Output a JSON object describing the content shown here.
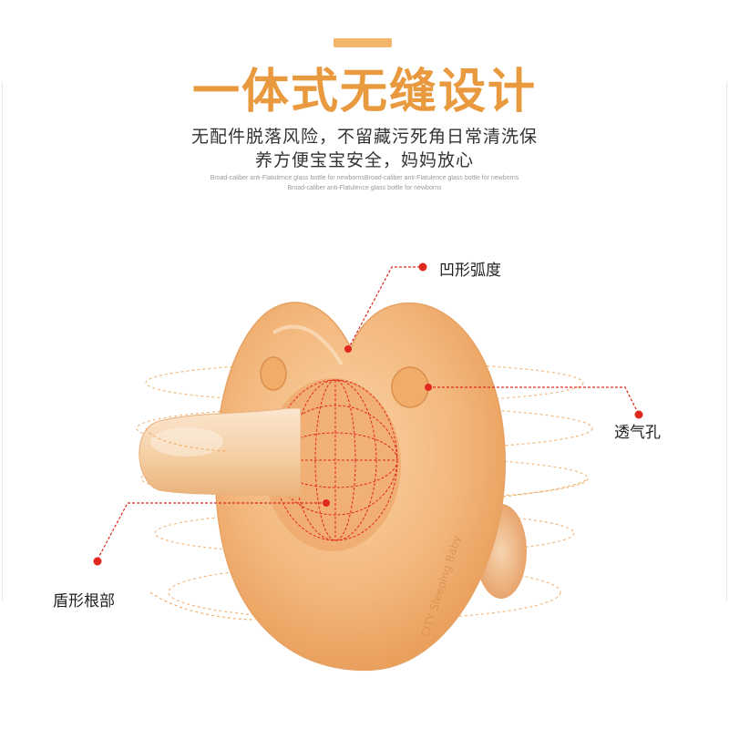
{
  "header": {
    "title": "一体式无缝设计",
    "subtitle_line1": "无配件脱落风险，不留藏污死角日常清洗保",
    "subtitle_line2": "养方便宝宝安全，妈妈放心",
    "english_line1": "Broad-caliber anti-Flatulence glass bottle for newbornsBroad-caliber anti-Flatulence glass bottle for newborns",
    "english_line2": "Broad-caliber anti-Flatulence glass bottle for newborns"
  },
  "callouts": {
    "concave": "凹形弧度",
    "vent": "透气孔",
    "shield": "盾形根部"
  },
  "product_engraving": "CITY Sleeping Baby",
  "colors": {
    "accent": "#e99a3f",
    "bar": "#f2b56a",
    "silicone": "#f3b77c",
    "guide_red": "#e0281e"
  }
}
